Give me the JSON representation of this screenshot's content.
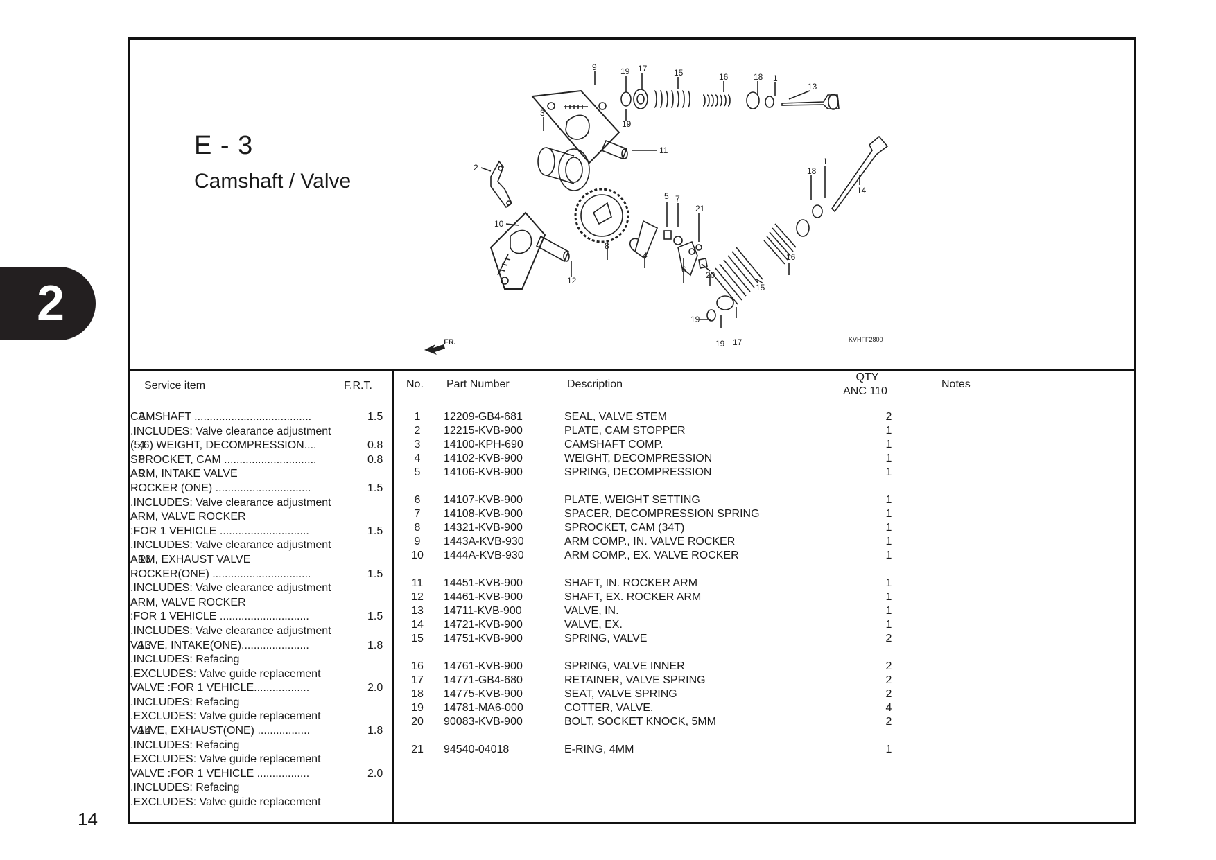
{
  "section_tab": "2",
  "page_number": "14",
  "header": {
    "code": "E - 3",
    "title": "Camshaft / Valve"
  },
  "diagram": {
    "callouts": [
      "9",
      "19",
      "17",
      "15",
      "16",
      "18",
      "1",
      "13",
      "3",
      "19",
      "11",
      "2",
      "1",
      "18",
      "14",
      "5",
      "7",
      "21",
      "10",
      "12",
      "8",
      "4",
      "6",
      "20",
      "16",
      "19",
      "15",
      "19",
      "17"
    ],
    "front_marker": "FR.",
    "figure_code": "KVHFF2800"
  },
  "service_table": {
    "headers": {
      "item": "Service item",
      "frt": "F.R.T."
    },
    "rows": [
      {
        "num": "3",
        "text": "CAMSHAFT ......................................",
        "frt": "1.5"
      },
      {
        "num": "",
        "text": ".INCLUDES: Valve clearance adjustment",
        "frt": ""
      },
      {
        "num": "4",
        "text": "(5,6) WEIGHT, DECOMPRESSION....",
        "frt": "0.8"
      },
      {
        "num": "8",
        "text": "SPROCKET, CAM ..............................",
        "frt": "0.8"
      },
      {
        "num": "9",
        "text": "ARM, INTAKE VALVE",
        "frt": ""
      },
      {
        "num": "",
        "text": "ROCKER (ONE) ...............................",
        "frt": "1.5"
      },
      {
        "num": "",
        "text": ".INCLUDES: Valve clearance adjustment",
        "frt": ""
      },
      {
        "num": "",
        "text": "ARM, VALVE ROCKER",
        "frt": ""
      },
      {
        "num": "",
        "text": ":FOR 1 VEHICLE .............................",
        "frt": "1.5"
      },
      {
        "num": "",
        "text": ".INCLUDES: Valve clearance adjustment",
        "frt": ""
      },
      {
        "num": "10",
        "text": "ARM, EXHAUST VALVE",
        "frt": ""
      },
      {
        "num": "",
        "text": "ROCKER(ONE) ................................",
        "frt": "1.5"
      },
      {
        "num": "",
        "text": ".INCLUDES: Valve clearance adjustment",
        "frt": ""
      },
      {
        "num": "",
        "text": "ARM, VALVE ROCKER",
        "frt": ""
      },
      {
        "num": "",
        "text": " :FOR 1 VEHICLE .............................",
        "frt": "1.5"
      },
      {
        "num": "",
        "text": ".INCLUDES: Valve clearance adjustment",
        "frt": ""
      },
      {
        "num": "13",
        "text": "VALVE, INTAKE(ONE)......................",
        "frt": "1.8"
      },
      {
        "num": "",
        "text": ".INCLUDES: Refacing",
        "frt": ""
      },
      {
        "num": "",
        "text": ".EXCLUDES: Valve guide replacement",
        "frt": ""
      },
      {
        "num": "",
        "text": "VALVE :FOR 1 VEHICLE..................",
        "frt": "2.0"
      },
      {
        "num": "",
        "text": ".INCLUDES: Refacing",
        "frt": ""
      },
      {
        "num": "",
        "text": ".EXCLUDES: Valve guide  replacement",
        "frt": ""
      },
      {
        "num": "14",
        "text": "VALVE, EXHAUST(ONE) .................",
        "frt": "1.8"
      },
      {
        "num": "",
        "text": ".INCLUDES: Refacing",
        "frt": ""
      },
      {
        "num": "",
        "text": ".EXCLUDES: Valve guide  replacement",
        "frt": ""
      },
      {
        "num": "",
        "text": "VALVE :FOR 1 VEHICLE .................",
        "frt": "2.0"
      },
      {
        "num": "",
        "text": ".INCLUDES: Refacing",
        "frt": ""
      },
      {
        "num": "",
        "text": ".EXCLUDES: Valve guide replacement",
        "frt": ""
      }
    ]
  },
  "parts_table": {
    "headers": {
      "no": "No.",
      "part_number": "Part Number",
      "description": "Description",
      "qty": "QTY",
      "model": "ANC 110",
      "notes": "Notes"
    },
    "rows": [
      {
        "no": "1",
        "pn": "12209-GB4-681",
        "desc": "SEAL, VALVE STEM",
        "qty": "2"
      },
      {
        "no": "2",
        "pn": "12215-KVB-900",
        "desc": "PLATE, CAM STOPPER",
        "qty": "1"
      },
      {
        "no": "3",
        "pn": "14100-KPH-690",
        "desc": "CAMSHAFT COMP.",
        "qty": "1"
      },
      {
        "no": "4",
        "pn": "14102-KVB-900",
        "desc": "WEIGHT, DECOMPRESSION",
        "qty": "1"
      },
      {
        "no": "5",
        "pn": "14106-KVB-900",
        "desc": "SPRING, DECOMPRESSION",
        "qty": "1"
      },
      {
        "no": "",
        "pn": "",
        "desc": "",
        "qty": ""
      },
      {
        "no": "6",
        "pn": "14107-KVB-900",
        "desc": "PLATE, WEIGHT SETTING",
        "qty": "1"
      },
      {
        "no": "7",
        "pn": "14108-KVB-900",
        "desc": "SPACER, DECOMPRESSION SPRING",
        "qty": "1"
      },
      {
        "no": "8",
        "pn": "14321-KVB-900",
        "desc": "SPROCKET, CAM (34T)",
        "qty": "1"
      },
      {
        "no": "9",
        "pn": "1443A-KVB-930",
        "desc": "ARM COMP., IN. VALVE ROCKER",
        "qty": "1"
      },
      {
        "no": "10",
        "pn": "1444A-KVB-930",
        "desc": "ARM COMP., EX. VALVE ROCKER",
        "qty": "1"
      },
      {
        "no": "",
        "pn": "",
        "desc": "",
        "qty": ""
      },
      {
        "no": "11",
        "pn": "14451-KVB-900",
        "desc": "SHAFT, IN. ROCKER ARM",
        "qty": "1"
      },
      {
        "no": "12",
        "pn": "14461-KVB-900",
        "desc": "SHAFT, EX. ROCKER ARM",
        "qty": "1"
      },
      {
        "no": "13",
        "pn": "14711-KVB-900",
        "desc": "VALVE, IN.",
        "qty": "1"
      },
      {
        "no": "14",
        "pn": "14721-KVB-900",
        "desc": "VALVE, EX.",
        "qty": "1"
      },
      {
        "no": "15",
        "pn": "14751-KVB-900",
        "desc": "SPRING, VALVE",
        "qty": "2"
      },
      {
        "no": "",
        "pn": "",
        "desc": "",
        "qty": ""
      },
      {
        "no": "16",
        "pn": "14761-KVB-900",
        "desc": "SPRING, VALVE INNER",
        "qty": "2"
      },
      {
        "no": "17",
        "pn": "14771-GB4-680",
        "desc": "RETAINER, VALVE SPRING",
        "qty": "2"
      },
      {
        "no": "18",
        "pn": "14775-KVB-900",
        "desc": "SEAT, VALVE SPRING",
        "qty": "2"
      },
      {
        "no": "19",
        "pn": "14781-MA6-000",
        "desc": "COTTER, VALVE.",
        "qty": "4"
      },
      {
        "no": "20",
        "pn": "90083-KVB-900",
        "desc": "BOLT, SOCKET KNOCK, 5MM",
        "qty": "2"
      },
      {
        "no": "",
        "pn": "",
        "desc": "",
        "qty": ""
      },
      {
        "no": "21",
        "pn": "94540-04018",
        "desc": "E-RING, 4MM",
        "qty": "1"
      }
    ]
  }
}
